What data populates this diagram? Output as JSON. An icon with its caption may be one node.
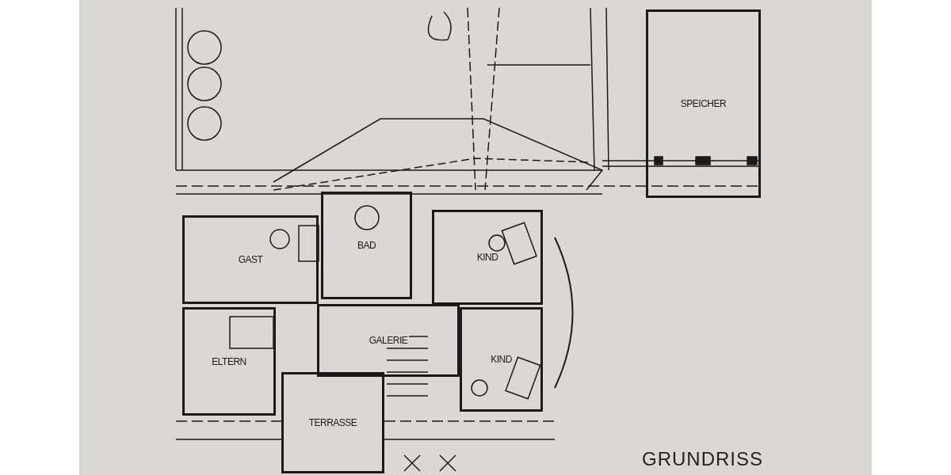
{
  "diagram": {
    "caption": "GRUNDRISS",
    "nodes": [
      {
        "text": [
          "SPEICHER"
        ]
      },
      {
        "text": [
          "GAST"
        ]
      },
      {
        "text": [
          "BAD"
        ]
      },
      {
        "text": [
          "KIND"
        ]
      },
      {
        "text": [
          "GALERIE"
        ]
      },
      {
        "text": [
          "KIND"
        ]
      },
      {
        "text": [
          "ELTERN"
        ]
      },
      {
        "text": [
          "TERRASSE"
        ]
      }
    ]
  }
}
